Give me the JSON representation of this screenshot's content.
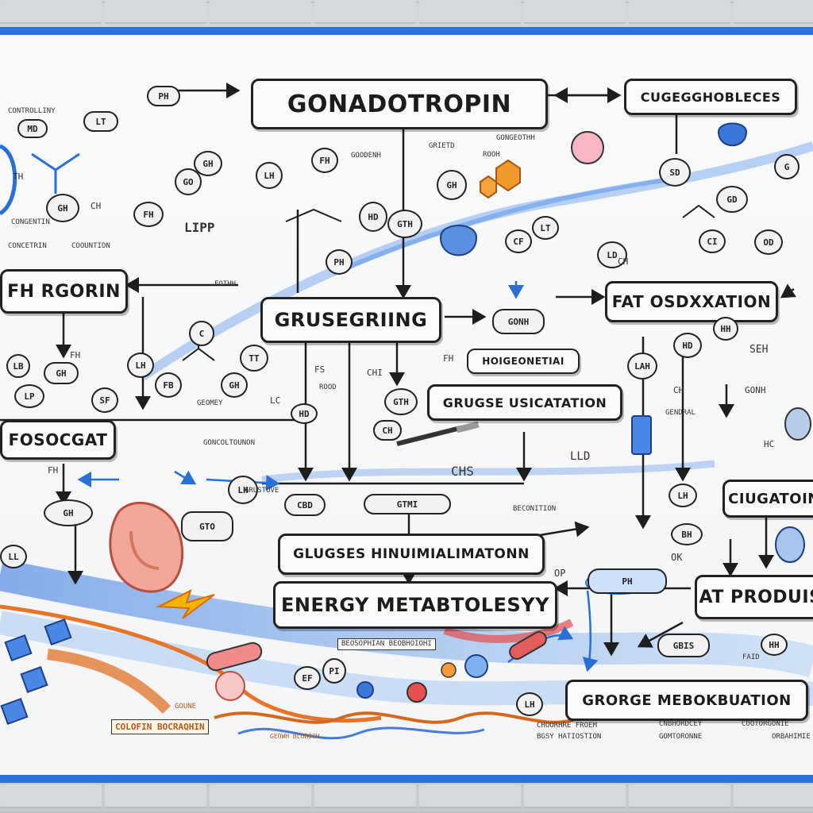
{
  "main_boxes": {
    "gonadotropin": "GONADOTROPIN",
    "cugegghobleces": "CUGEGGHOBLECES",
    "fh_rgorin": "FH RGORIN",
    "grusegriing": "GRUSEGRIING",
    "fat_osdxxation": "FAT OSDXXATION",
    "hoigeonetiai": "HOIGEONETIAI",
    "grugse_usicatation": "GRUGSE USICATATION",
    "fosocgat": "FOSOCGAT",
    "ciugatoin": "CIUGATOIN",
    "glugses": "GLUGSES HINUIMIALIMATONN",
    "energy": "ENERGY METABTOLESYY",
    "at_produis": "AT PRODUIS",
    "grorge": "GRORGE MEBOKBUATION"
  },
  "nodes": {
    "ph_top": "PH",
    "lt_top": "LT",
    "md_left": "MD",
    "gh_left": "GH",
    "go_mid": "GO",
    "gh_mid": "GH",
    "fh_mid": "FH",
    "gh_center": "GH",
    "hd_center": "HD",
    "gth_center": "GTH",
    "lh_top": "LH",
    "fh_center": "FH",
    "ph_center": "PH",
    "cf_blue": "CF",
    "lt_blue": "LT",
    "ld_right": "LD",
    "sd_right": "SD",
    "gd_right": "GD",
    "g_far_right": "G",
    "ci_right": "CI",
    "od_right": "OD",
    "gonh": "GONH",
    "lah": "LAH",
    "hd_r2": "HD",
    "hh_r2": "HH",
    "c_small": "C",
    "lh_small": "LH",
    "tt_small": "TT",
    "lb_left": "LB",
    "gh_left2": "GH",
    "fb_left": "FB",
    "lp_left": "LP",
    "sf_left": "SF",
    "gh_left3": "GH",
    "hd_mid3": "HD",
    "gth_mid3": "GTH",
    "gtmi": "GTMI",
    "gto": "GTO",
    "lh_lower": "LH",
    "cbd": "CBD",
    "ch_lower": "CH",
    "lh_r3": "LH",
    "bh_r3": "BH",
    "ll_left": "LL",
    "gh_left4": "GH",
    "hd_r4": "HH",
    "gbis": "GBIS",
    "ef": "EF",
    "pi": "PI",
    "lh_bottom": "LH",
    "ph_hl": "PH"
  },
  "notes": {
    "n1": "CONTROLLINY",
    "n2": "CONGENTIN",
    "n3": "FH",
    "n4": "CH",
    "n5": "TH",
    "n6": "LIPP",
    "n7": "FOTHH",
    "n8": "GOODENH",
    "n9": "GRIETD",
    "n10": "ROOH",
    "n11": "GONGEOTHH",
    "n12": "CONCETRIN",
    "n13": "COOUNTION",
    "n14": "FH",
    "n15": "FS",
    "n16": "LC",
    "n17": "ROOD",
    "n18": "CHI",
    "n19": "SEH",
    "n20": "GONH",
    "n21": "CH",
    "n22": "HC",
    "n23": "CHS",
    "n24": "LLD",
    "n25": "GONCOLTOUNON",
    "n26": "FH",
    "n27": "BECONITION",
    "n28": "OP",
    "n29": "OK",
    "n30": "FAID",
    "n31": "CH",
    "n32": "GENDRAL",
    "n33": "GOUNE",
    "n34": "COLOFIN BOCRAQHIN",
    "n35": "GEOWH BLOBOOH",
    "n36": "BEOSOPHIAN BEOBHOIOHI",
    "n37": "CHOORHRE FROEM",
    "n38": "BGSY HATIOSTION",
    "n39": "CNBHORDCEY",
    "n40": "COOTORGONIE",
    "n41": "GOMTORONNE",
    "n42": "ORBAHIMIE",
    "n43": "GEOMEY",
    "n44": "GRUSTUVE"
  }
}
